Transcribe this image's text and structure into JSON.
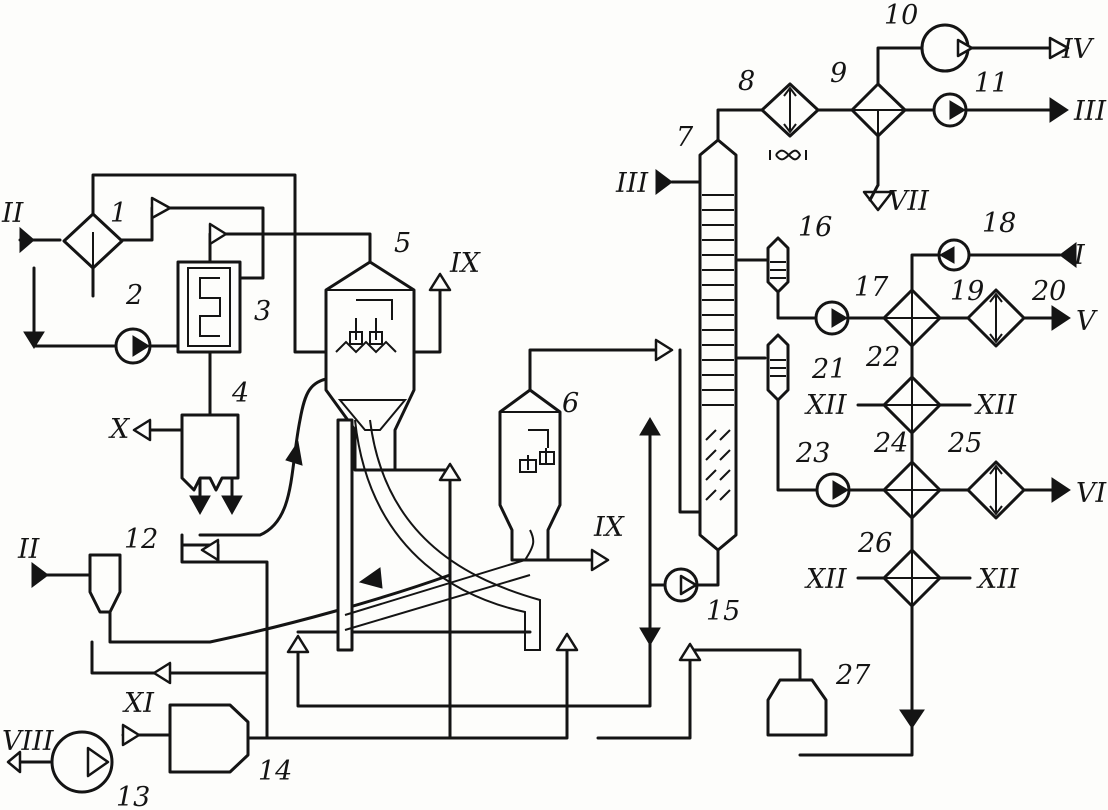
{
  "numbers": {
    "n1": "1",
    "n2": "2",
    "n3": "3",
    "n4": "4",
    "n5": "5",
    "n6": "6",
    "n7": "7",
    "n8": "8",
    "n9": "9",
    "n10": "10",
    "n11": "11",
    "n12": "12",
    "n13": "13",
    "n14": "14",
    "n15": "15",
    "n16": "16",
    "n17": "17",
    "n18": "18",
    "n19": "19",
    "n20": "20",
    "n21": "21",
    "n22": "22",
    "n23": "23",
    "n24": "24",
    "n25": "25",
    "n26": "26",
    "n27": "27"
  },
  "streams": {
    "s_I": "I",
    "s_II": "II",
    "s_III": "III",
    "s_IV": "IV",
    "s_V": "V",
    "s_VI": "VI",
    "s_VII": "VII",
    "s_VIII": "VIII",
    "s_IX": "IX",
    "s_X": "X",
    "s_XI": "XI",
    "s_XII": "XII"
  }
}
